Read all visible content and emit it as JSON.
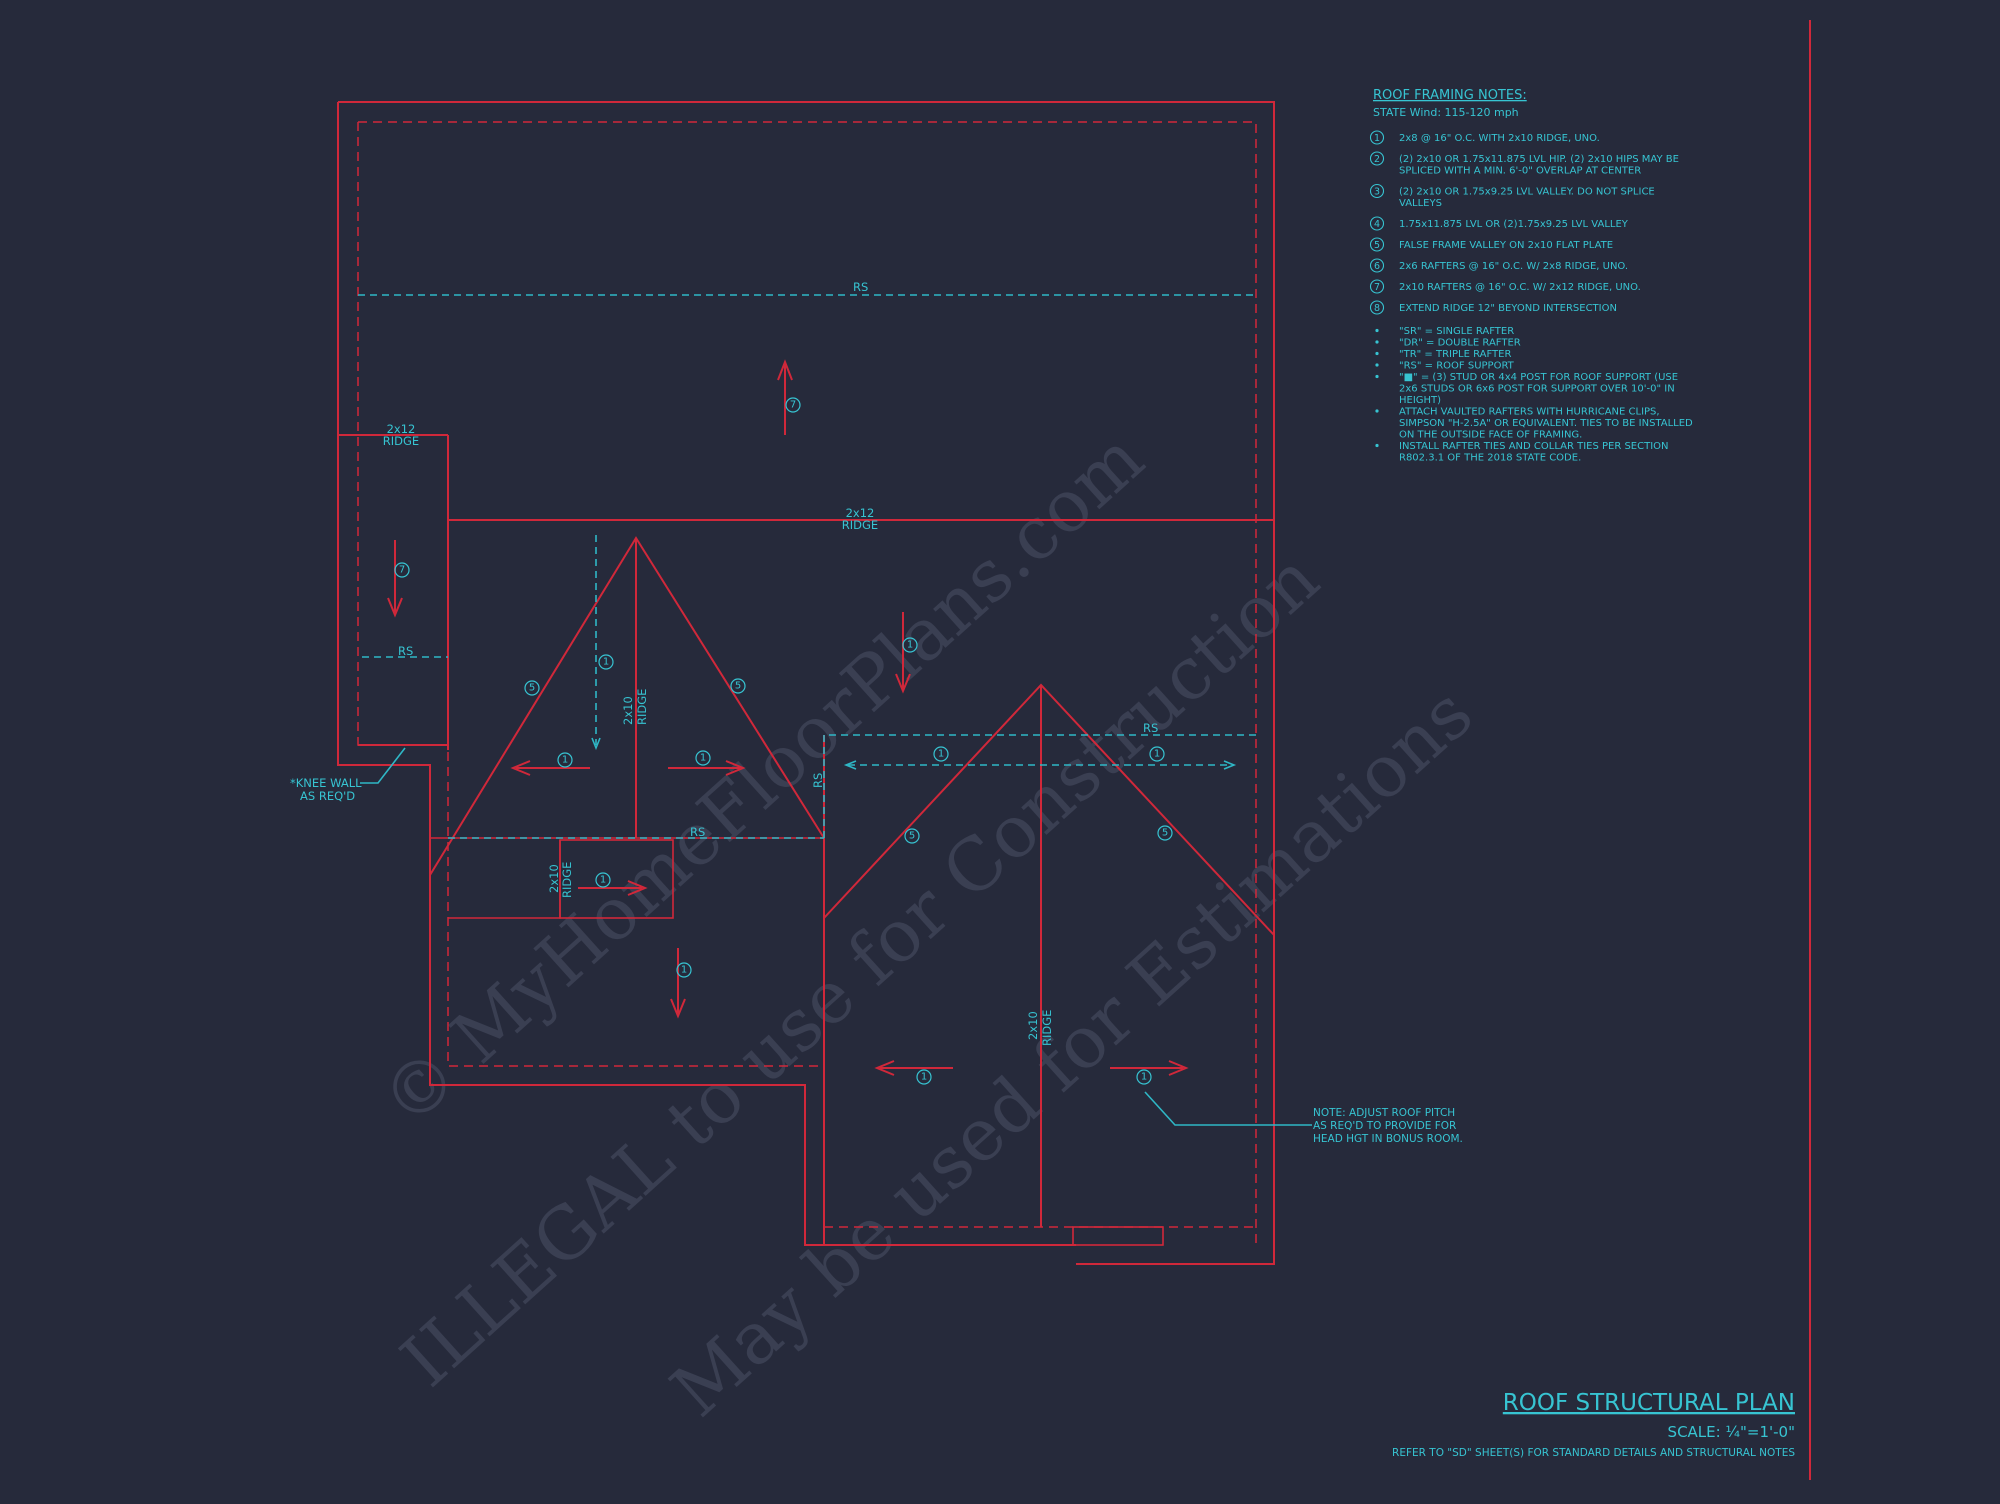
{
  "watermark": {
    "line1": "© MyHomeFloorPlans.com",
    "line2": "ILLEGAL to use for Construction",
    "line3": "May be used for Estimations"
  },
  "plan_labels": {
    "rs_top": "RS",
    "ridge_main_1": "2x12",
    "ridge_main_2": "RIDGE",
    "ridge_left_1": "2x12",
    "ridge_left_2": "RIDGE",
    "rs_left": "RS",
    "ridge_hip_a_1": "2x10",
    "ridge_hip_a_2": "RIDGE",
    "rs_mid": "RS",
    "ridge_small_1": "2x10",
    "ridge_small_2": "RIDGE",
    "rs_right": "RS",
    "rs_vertical": "RS",
    "ridge_right_1": "2x10",
    "ridge_right_2": "RIDGE",
    "knee_wall_1": "*KNEE WALL",
    "knee_wall_2": "AS REQ'D",
    "note_1": "NOTE: ADJUST ROOF PITCH",
    "note_2": "AS REQ'D TO PROVIDE FOR",
    "note_3": "HEAD HGT IN BONUS ROOM."
  },
  "markers": [
    "1",
    "1",
    "1",
    "1",
    "1",
    "1",
    "1",
    "1",
    "1",
    "1",
    "5",
    "5",
    "5",
    "5",
    "7",
    "7"
  ],
  "notes": {
    "title": "ROOF FRAMING NOTES:",
    "wind": "STATE Wind: 115-120 mph",
    "numbered": [
      {
        "num": "1",
        "lines": [
          "2x8 @ 16\" O.C. WITH 2x10 RIDGE, UNO."
        ]
      },
      {
        "num": "2",
        "lines": [
          "(2) 2x10 OR 1.75x11.875 LVL HIP. (2) 2x10 HIPS MAY BE",
          "SPLICED WITH A MIN. 6'-0\" OVERLAP AT CENTER"
        ]
      },
      {
        "num": "3",
        "lines": [
          "(2) 2x10 OR 1.75x9.25 LVL VALLEY. DO NOT SPLICE",
          "VALLEYS"
        ]
      },
      {
        "num": "4",
        "lines": [
          "1.75x11.875 LVL OR (2)1.75x9.25 LVL VALLEY"
        ]
      },
      {
        "num": "5",
        "lines": [
          "FALSE FRAME VALLEY ON 2x10 FLAT PLATE"
        ]
      },
      {
        "num": "6",
        "lines": [
          "2x6 RAFTERS @ 16\" O.C. W/ 2x8 RIDGE, UNO."
        ]
      },
      {
        "num": "7",
        "lines": [
          "2x10 RAFTERS @ 16\" O.C. W/ 2x12 RIDGE, UNO."
        ]
      },
      {
        "num": "8",
        "lines": [
          "EXTEND RIDGE 12\" BEYOND INTERSECTION"
        ]
      }
    ],
    "bullets": [
      [
        "\"SR\" = SINGLE RAFTER"
      ],
      [
        "\"DR\" = DOUBLE RAFTER"
      ],
      [
        "\"TR\" = TRIPLE RAFTER"
      ],
      [
        "\"RS\" = ROOF SUPPORT"
      ],
      [
        "\"■\" = (3) STUD OR 4x4 POST FOR ROOF SUPPORT (USE",
        "2x6 STUDS OR 6x6 POST FOR SUPPORT OVER 10'-0\" IN",
        "HEIGHT)"
      ],
      [
        "ATTACH VAULTED RAFTERS WITH HURRICANE CLIPS,",
        "SIMPSON \"H-2.5A\" OR EQUIVALENT. TIES TO BE INSTALLED",
        "ON THE OUTSIDE FACE OF FRAMING."
      ],
      [
        "INSTALL RAFTER TIES AND COLLAR TIES PER SECTION",
        "R802.3.1 OF THE 2018 STATE CODE."
      ]
    ]
  },
  "title_block": {
    "title": "ROOF STRUCTURAL PLAN",
    "scale": "SCALE: ¼\"=1'-0\"",
    "refer": "REFER TO \"SD\" SHEET(S) FOR STANDARD DETAILS AND STRUCTURAL NOTES"
  },
  "colors": {
    "background": "#262a3b",
    "lines": "#d0283a",
    "text": "#37c4d2"
  }
}
